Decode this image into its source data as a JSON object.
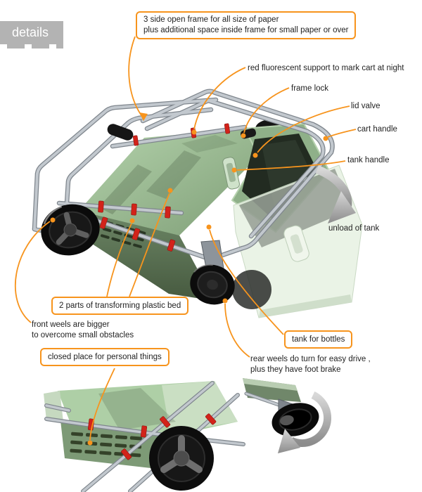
{
  "colors": {
    "accent_orange": "#f7941d",
    "cart_green": "#9cc096",
    "clip_red": "#d2231a",
    "tab_gray": "#b3b3b3"
  },
  "details_tab": {
    "label": "details"
  },
  "callouts": {
    "frame_note": {
      "line1": "3 side open frame for all size of paper",
      "line2": "plus additional space inside frame for small paper or over"
    },
    "red_support": {
      "text": "red fluorescent support to mark cart at night"
    },
    "frame_lock": {
      "text": "frame lock"
    },
    "lid_valve": {
      "text": "lid valve"
    },
    "cart_handle": {
      "text": "cart handle"
    },
    "tank_handle": {
      "text": "tank handle"
    },
    "unload_tank": {
      "text": "unload of tank"
    },
    "plastic_bed": {
      "text": "2 parts of transforming plastic bed"
    },
    "front_wheels": {
      "line1": "front weels are bigger",
      "line2": "to overcome small obstacles"
    },
    "personal_storage": {
      "text": "closed place for personal things"
    },
    "tank_bottles": {
      "text": "tank for bottles"
    },
    "rear_wheels": {
      "line1": "rear weels do turn for easy drive ,",
      "line2": "plus they have foot brake"
    }
  }
}
